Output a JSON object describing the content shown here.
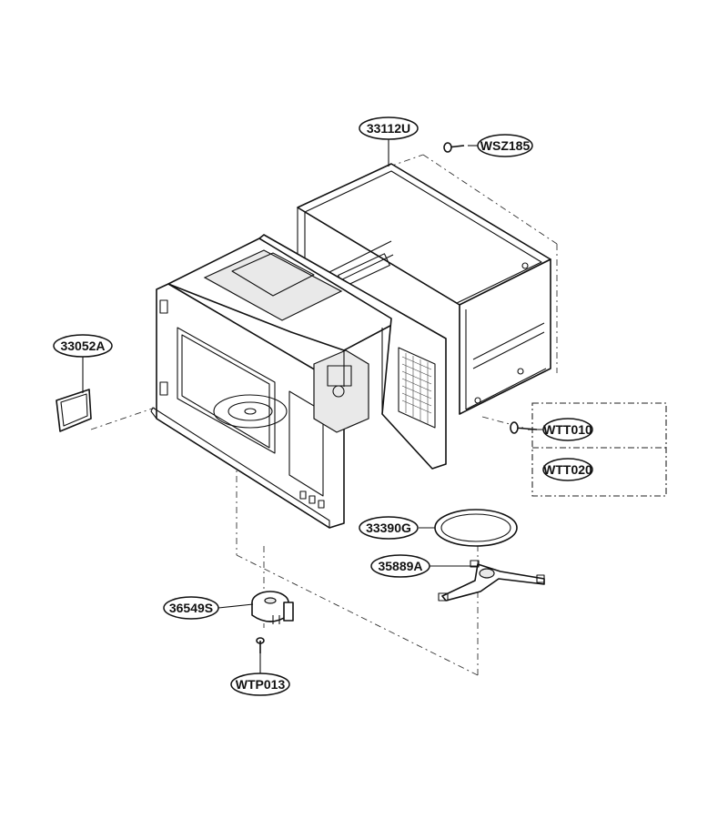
{
  "callouts": {
    "cabinet": "33112U",
    "cabinet_screw": "WSZ185",
    "choke_cover": "33052A",
    "screw_a": "WTT010",
    "screw_b": "WTT020",
    "roller_ring": "33390G",
    "coupler": "35889A",
    "motor": "36549S",
    "motor_screw": "WTP013"
  },
  "colors": {
    "line": "#111111",
    "background": "#ffffff",
    "shade": "#e9e9e9"
  }
}
